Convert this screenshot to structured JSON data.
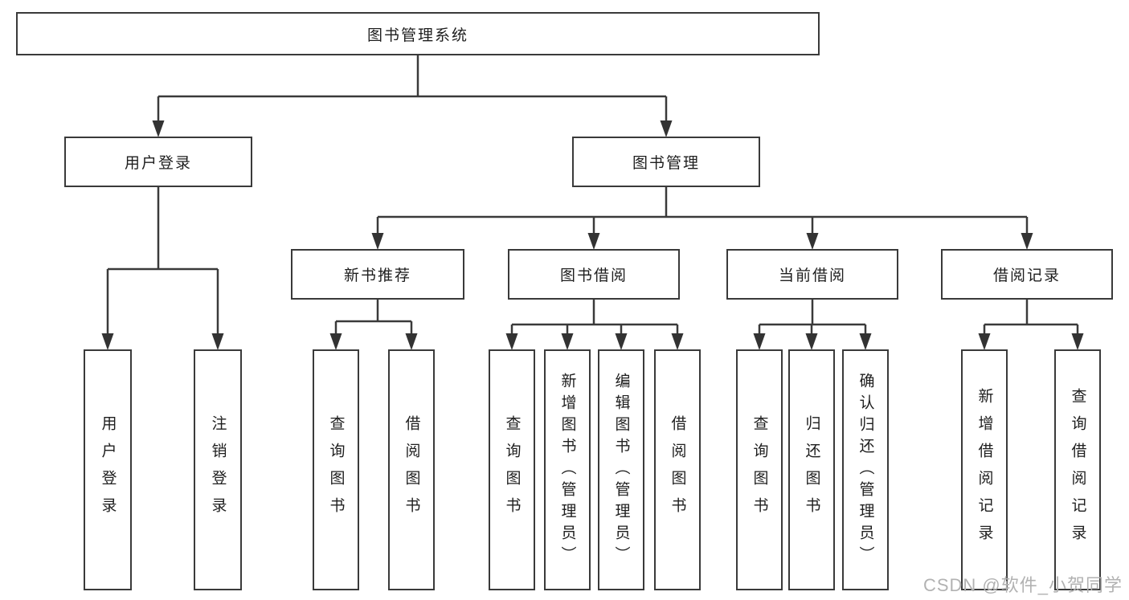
{
  "diagram": {
    "root_label": "图书管理系统",
    "branches": [
      {
        "label": "用户登录",
        "children": [
          "用户登录",
          "注销登录"
        ]
      },
      {
        "label": "图书管理",
        "modules": [
          {
            "label": "新书推荐",
            "children": [
              "查询图书",
              "借阅图书"
            ]
          },
          {
            "label": "图书借阅",
            "children": [
              "查询图书",
              "新增图书（管理员）",
              "编辑图书（管理员）",
              "借阅图书"
            ]
          },
          {
            "label": "当前借阅",
            "children": [
              "查询图书",
              "归还图书",
              "确认归还（管理员）"
            ]
          },
          {
            "label": "借阅记录",
            "children": [
              "新增借阅记录",
              "查询借阅记录"
            ]
          }
        ]
      }
    ]
  },
  "watermark": "CSDN @软件_小贺同学",
  "colors": {
    "border": "#3a3a3a",
    "line": "#3a3a3a",
    "arrow": "#333333",
    "text": "#1e1e1e",
    "watermark": "#b2b2b2"
  }
}
